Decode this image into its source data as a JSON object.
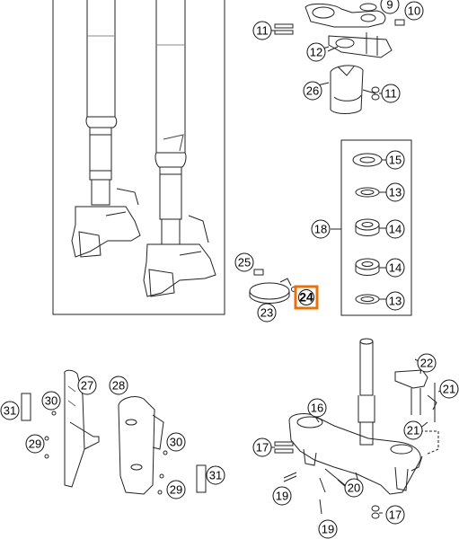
{
  "highlight_color": "#e8710a",
  "callouts": [
    {
      "label": "9"
    },
    {
      "label": "10"
    },
    {
      "label": "11"
    },
    {
      "label": "12"
    },
    {
      "label": "26"
    },
    {
      "label": "11"
    },
    {
      "label": "15"
    },
    {
      "label": "13"
    },
    {
      "label": "18"
    },
    {
      "label": "14"
    },
    {
      "label": "14"
    },
    {
      "label": "13"
    },
    {
      "label": "25"
    },
    {
      "label": "24",
      "highlighted": true
    },
    {
      "label": "23"
    },
    {
      "label": "27"
    },
    {
      "label": "28"
    },
    {
      "label": "30"
    },
    {
      "label": "31"
    },
    {
      "label": "29"
    },
    {
      "label": "30"
    },
    {
      "label": "31"
    },
    {
      "label": "29"
    },
    {
      "label": "22"
    },
    {
      "label": "21"
    },
    {
      "label": "16"
    },
    {
      "label": "21"
    },
    {
      "label": "17"
    },
    {
      "label": "20"
    },
    {
      "label": "19"
    },
    {
      "label": "17"
    },
    {
      "label": "19"
    }
  ]
}
